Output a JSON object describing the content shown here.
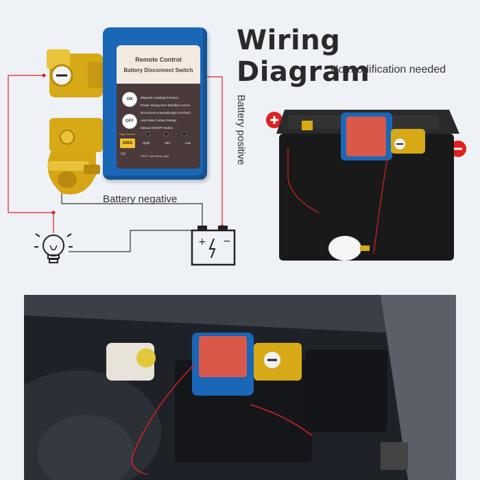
{
  "header": {
    "title": "Wiring Diagram",
    "subtitle": "No modification needed"
  },
  "device": {
    "line1": "Remote Control",
    "line2": "Battery Disconnect Switch",
    "on_label": "ON",
    "off_label": "OFF",
    "features": [
      "Magnetic Latching Function",
      "Power Saving 3mA Standby Current",
      "Disconnect Automatically(>12V/24V)",
      "Anti-False Contact Design",
      "Manual ON/OFF Button"
    ],
    "amp_label_top": "High Current",
    "amp_label": "240A",
    "light_labels": [
      "Hight",
      "Mid",
      "Low"
    ],
    "bottom_text": "PROT Light Work Light"
  },
  "labels": {
    "battery_negative": "Battery negative",
    "battery_positive": "Battery positive"
  },
  "colors": {
    "device_blue": "#1a67b7",
    "wire_red": "#e02020",
    "gold": "#e2b614"
  }
}
